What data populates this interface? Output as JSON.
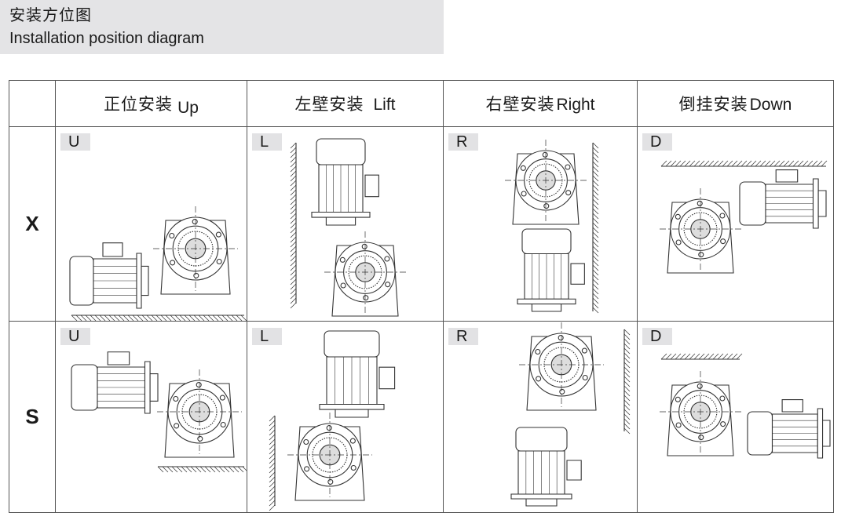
{
  "title": {
    "zh": "安装方位图",
    "en": "Installation position diagram"
  },
  "columns": [
    {
      "zh": "正位安装",
      "en": "Up"
    },
    {
      "zh": "左壁安装",
      "en": "Lift"
    },
    {
      "zh": "右壁安装",
      "en": "Right"
    },
    {
      "zh": "倒挂安装",
      "en": "Down"
    }
  ],
  "rows": [
    {
      "label": "X",
      "cells": [
        "U",
        "L",
        "R",
        "D"
      ]
    },
    {
      "label": "S",
      "cells": [
        "U",
        "L",
        "R",
        "D"
      ]
    }
  ]
}
